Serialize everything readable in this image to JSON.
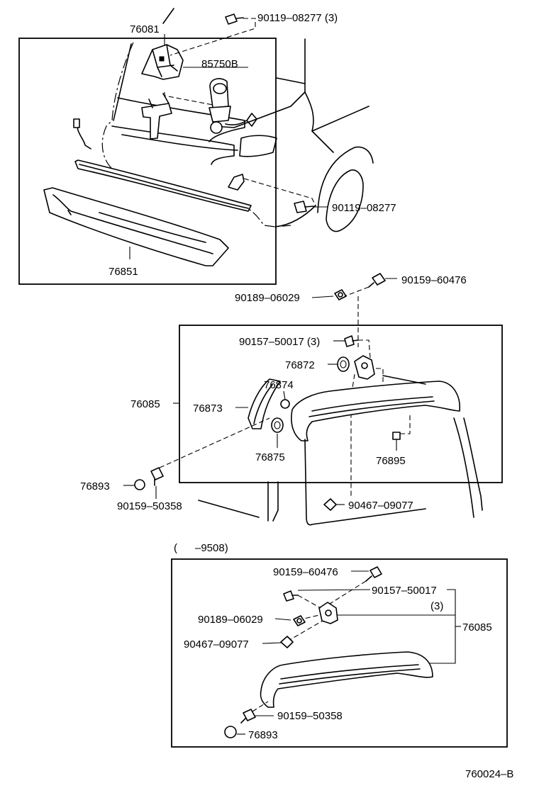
{
  "labels": {
    "p76081": "76081",
    "p90119_08277_3": "90119–08277 (3)",
    "p85750B": "85750B",
    "p90119_08277": "90119–08277",
    "p76851": "76851",
    "p90159_60476": "90159–60476",
    "p90189_06029": "90189–06029",
    "p90157_50017_3": "90157–50017 (3)",
    "p76872": "76872",
    "p76874": "76874",
    "p76085": "76085",
    "p76873": "76873",
    "p76875": "76875",
    "p76895": "76895",
    "p76893": "76893",
    "p90159_50358": "90159–50358",
    "p90467_09077": "90467–09077"
  },
  "inset": {
    "caption": "(      –9508)",
    "p90159_60476": "90159–60476",
    "p90157_50017": "90157–50017",
    "p3": "(3)",
    "p90189_06029": "90189–06029",
    "p76085": "76085",
    "p90467_09077": "90467–09077",
    "p90159_50358": "90159–50358",
    "p76893": "76893"
  },
  "figure_code": "760024–B"
}
